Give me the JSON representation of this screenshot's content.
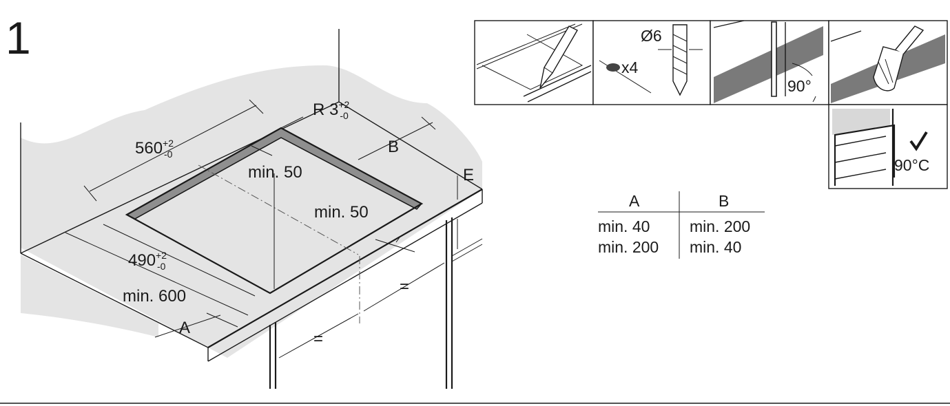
{
  "step_number": "1",
  "dimensions": {
    "width": {
      "base": "560",
      "sup": "+2",
      "sub": "-0"
    },
    "depth": {
      "base": "490",
      "sup": "+2",
      "sub": "-0"
    },
    "radius": {
      "base": "R 3",
      "sup": "+2",
      "sub": "-0"
    },
    "min_back": "min. 50",
    "min_side": "min. 50",
    "min_600": "min. 600",
    "label_a": "A",
    "label_b": "B",
    "label_e": "E",
    "equal_1": "=",
    "equal_2": "="
  },
  "table": {
    "headers": [
      "A",
      "B"
    ],
    "rows": [
      [
        "min. 40",
        "min. 200"
      ],
      [
        "min. 200",
        "min. 40"
      ]
    ]
  },
  "panels": {
    "drill_diameter": "Ø6",
    "drill_count": "x4",
    "angle": "90°",
    "temperature": "90°C",
    "check_icon": "check-icon"
  },
  "colors": {
    "ink": "#1a1a1a",
    "wall_shadow": "#e4e4e4",
    "seal_gray": "#8f8f8f",
    "panel_gray": "#7a7a7a"
  }
}
